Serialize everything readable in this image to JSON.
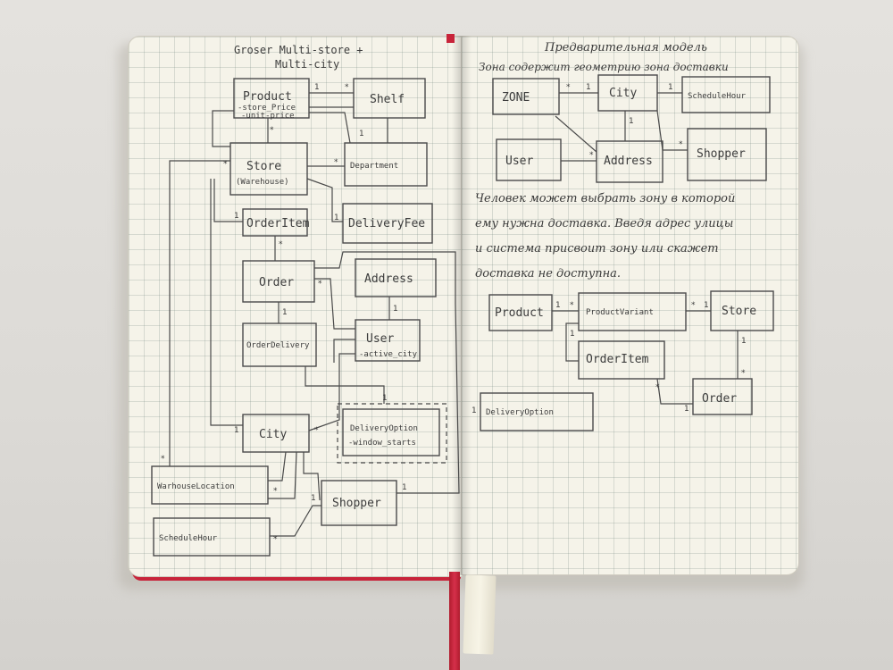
{
  "left_page": {
    "title_line1": "Groser Multi-store +",
    "title_line2": "Multi-city",
    "entities": [
      {
        "name": "Product",
        "attrs": [
          "-store_Price",
          "-unit-price"
        ]
      },
      {
        "name": "Shelf",
        "attrs": []
      },
      {
        "name": "Store",
        "attrs": [
          "(Warehouse)"
        ]
      },
      {
        "name": "Department",
        "attrs": []
      },
      {
        "name": "OrderItem",
        "attrs": []
      },
      {
        "name": "DeliveryFee",
        "attrs": []
      },
      {
        "name": "Order",
        "attrs": []
      },
      {
        "name": "Address",
        "attrs": []
      },
      {
        "name": "User",
        "attrs": [
          "-active_city"
        ]
      },
      {
        "name": "OrderDelivery",
        "attrs": []
      },
      {
        "name": "City",
        "attrs": []
      },
      {
        "name": "DeliveryOption",
        "attrs": [
          "-window_starts"
        ]
      },
      {
        "name": "WarhouseLocation",
        "attrs": []
      },
      {
        "name": "Shopper",
        "attrs": []
      },
      {
        "name": "ScheduleHour",
        "attrs": []
      }
    ]
  },
  "right_page": {
    "title": "Предварительная модель",
    "subtitle": "Зона содержит геометрию зона доставки",
    "entities": [
      "ZONE",
      "City",
      "ScheduleHour",
      "User",
      "Address",
      "Shopper"
    ],
    "paragraph_lines": [
      "Человек может выбрать зону в которой",
      "ему нужна доставка. Введя адрес улицы",
      "и система присвоит зону или скажет",
      "доставка не доступна."
    ],
    "entities2": [
      "Product",
      "ProductVariant",
      "Store",
      "OrderItem",
      "Order",
      "DeliveryOption"
    ]
  },
  "multiplicity": {
    "one": "1",
    "many": "*"
  },
  "colors": {
    "page": "#f5f3e9",
    "grid": "#9fb0a8",
    "ink": "#4a4a4a",
    "ribbon": "#c8243a",
    "table": "#dcdad6"
  }
}
